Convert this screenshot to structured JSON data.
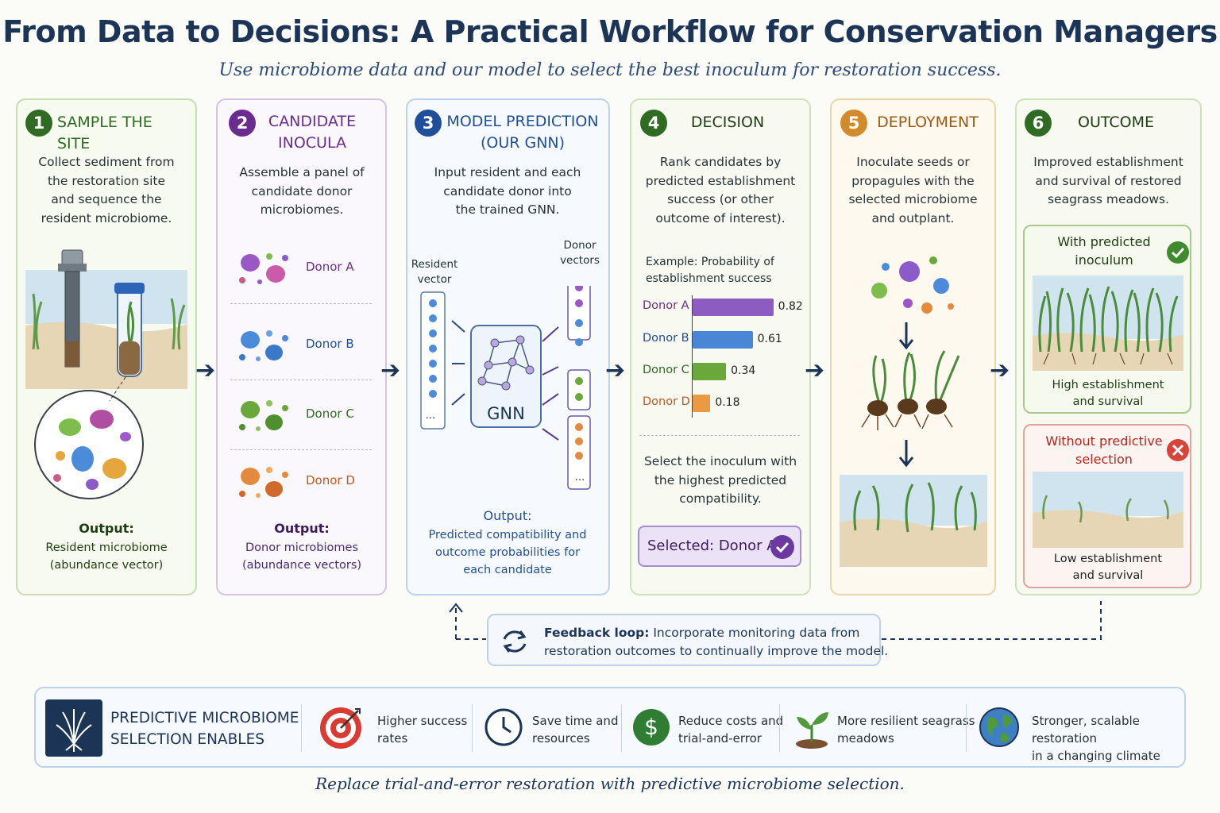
{
  "header": {
    "title": "From Data to Decisions: A Practical Workflow for Conservation Managers",
    "subtitle": "Use microbiome data and our model to select the best inoculum for restoration success."
  },
  "steps": [
    {
      "num": "1",
      "title": "SAMPLE THE SITE",
      "text": [
        "Collect sediment from",
        "the restoration site",
        "and sequence the",
        "resident microbiome."
      ],
      "output_label": "Output:",
      "output_text": [
        "Resident microbiome",
        "(abundance vector)"
      ]
    },
    {
      "num": "2",
      "title": [
        "CANDIDATE",
        "INOCULA"
      ],
      "text": [
        "Assemble a panel of",
        "candidate donor",
        "microbiomes."
      ],
      "output_label": "Output:",
      "output_text": [
        "Donor microbiomes",
        "(abundance vectors)"
      ]
    },
    {
      "num": "3",
      "title": [
        "MODEL PREDICTION",
        "(OUR GNN)"
      ],
      "text": [
        "Input resident and each",
        "candidate donor into",
        "the trained GNN."
      ],
      "output_label": "Output:",
      "output_text": [
        "Predicted compatibility and",
        "outcome probabilities for",
        "each candidate"
      ]
    },
    {
      "num": "4",
      "title": "DECISION",
      "text": [
        "Rank candidates by",
        "predicted establishment",
        "success (or other",
        "outcome of interest)."
      ],
      "text2": [
        "Select the inoculum with",
        "the highest predicted",
        "compatibility."
      ]
    },
    {
      "num": "5",
      "title": "DEPLOYMENT",
      "text": [
        "Inoculate seeds or",
        "propagules with the",
        "selected microbiome",
        "and outplant."
      ]
    },
    {
      "num": "6",
      "title": "OUTCOME",
      "text": [
        "Improved establishment",
        "and survival of restored",
        "seagrass meadows."
      ]
    }
  ],
  "donors": [
    {
      "label": "Donor A",
      "color": "#6a2c8f"
    },
    {
      "label": "Donor B",
      "color": "#1f4f9a"
    },
    {
      "label": "Donor C",
      "color": "#2f6b22"
    },
    {
      "label": "Donor D",
      "color": "#c0571d"
    }
  ],
  "gnn": {
    "resident_label": [
      "Resident",
      "vector"
    ],
    "donor_label": [
      "Donor",
      "vectors"
    ],
    "center_label": "GNN",
    "ellipsis": "..."
  },
  "chart_data": {
    "type": "bar",
    "title": "Example: Probability of establishment success",
    "categories": [
      "Donor A",
      "Donor B",
      "Donor C",
      "Donor D"
    ],
    "values": [
      0.82,
      0.61,
      0.34,
      0.18
    ],
    "value_labels": [
      "0.82",
      "0.61",
      "0.34",
      "0.18"
    ],
    "colors": [
      "#8d5cc0",
      "#4a86d6",
      "#6aa83c",
      "#e99a43"
    ],
    "xlim": [
      0,
      1
    ]
  },
  "chart_title_lines": [
    "Example: Probability of",
    "establishment success"
  ],
  "decision": {
    "selected": "Selected: Donor A"
  },
  "outcome": {
    "with_title": [
      "With predicted",
      "inoculum"
    ],
    "with_result": [
      "High establishment",
      "and survival"
    ],
    "without_title": [
      "Without predictive",
      "selection"
    ],
    "without_result": [
      "Low establishment",
      "and survival"
    ]
  },
  "feedback": {
    "bold": "Feedback loop:",
    "line1_rest": " Incorporate monitoring data from",
    "line2": "restoration outcomes to continually improve the model."
  },
  "bottom": {
    "heading": [
      "PREDICTIVE MICROBIOME",
      "SELECTION ENABLES"
    ],
    "benefits": [
      {
        "icon": "target-icon",
        "text": [
          "Higher success",
          "rates"
        ]
      },
      {
        "icon": "clock-icon",
        "text": [
          "Save time and",
          "resources"
        ]
      },
      {
        "icon": "dollar-icon",
        "text": [
          "Reduce costs and",
          "trial-and-error"
        ]
      },
      {
        "icon": "sprout-icon",
        "text": [
          "More resilient seagrass",
          "meadows"
        ]
      },
      {
        "icon": "globe-icon",
        "text": [
          "Stronger, scalable restoration",
          "in a changing climate"
        ]
      }
    ]
  },
  "footer": "Replace trial-and-error restoration with predictive microbiome selection.",
  "colors": {
    "navy": "#1c3557",
    "green": "#2f6b22",
    "purple": "#6a2c8f",
    "blue": "#1f4f9a",
    "orange": "#c0571d",
    "red": "#c0392b"
  }
}
